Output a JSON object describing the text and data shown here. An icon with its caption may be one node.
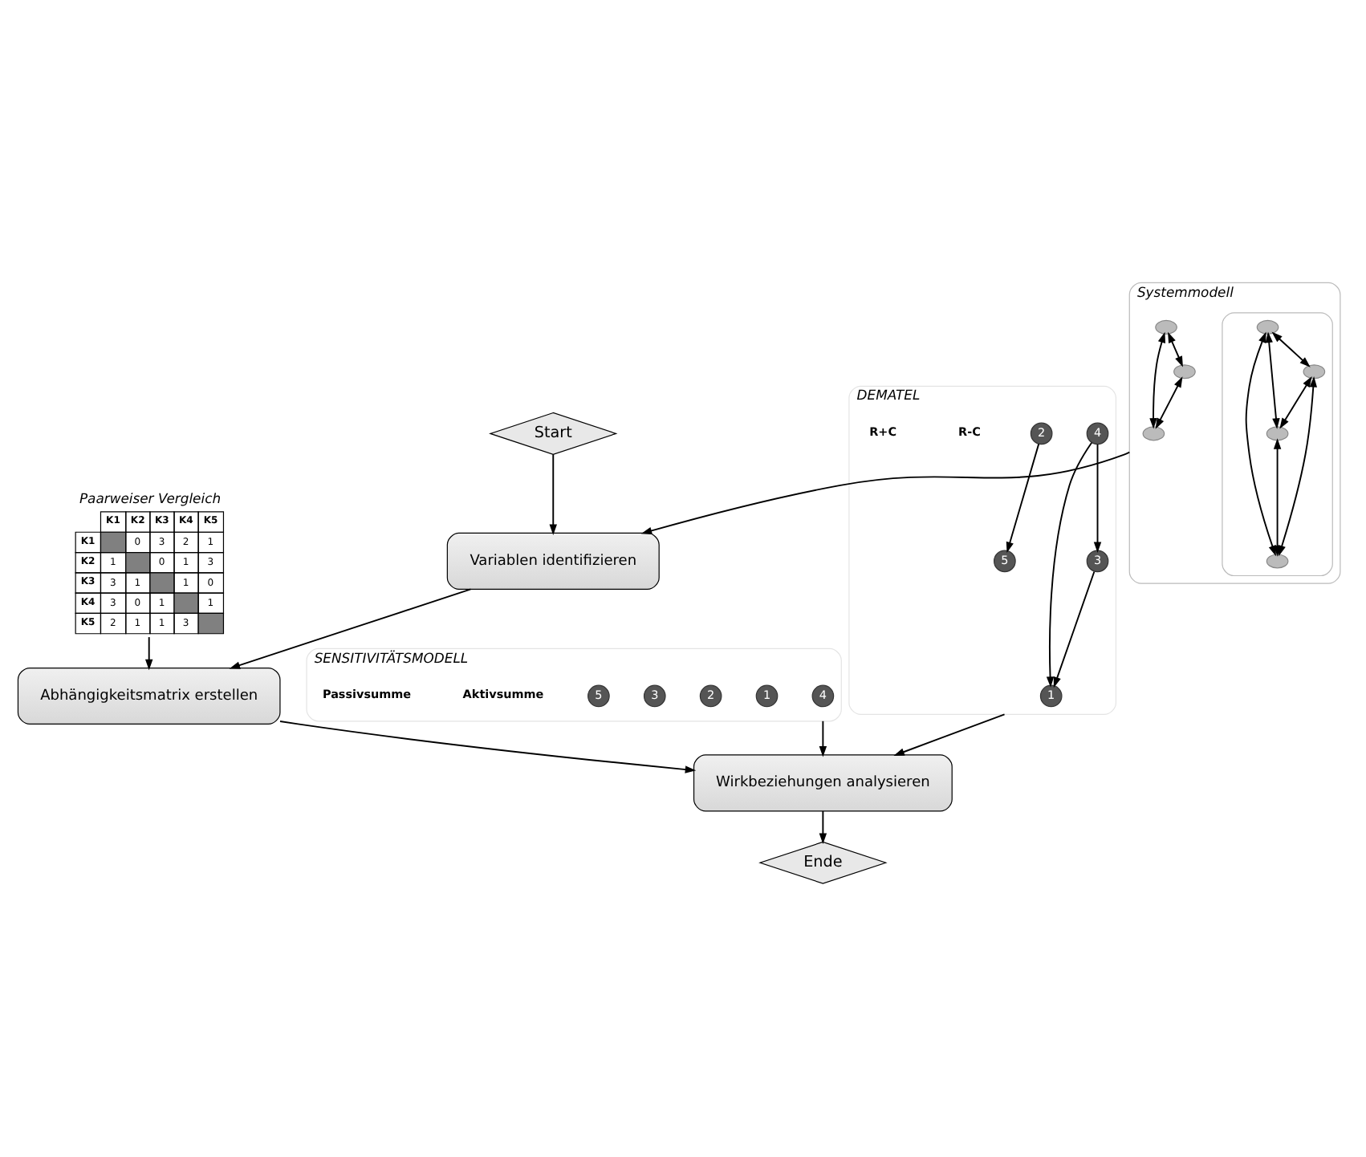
{
  "diagram": {
    "nodes": [
      {
        "text": [
          "Start"
        ]
      },
      {
        "text": [
          "Systemmodell"
        ]
      },
      {
        "text": [],
        "shape": "circle",
        "in": 1
      },
      {
        "text": [],
        "shape": "box",
        "in": 1
      },
      {
        "text": [],
        "shape": "circle",
        "in": 3
      },
      {
        "text": [],
        "shape": "circle",
        "in": 3
      },
      {
        "text": [],
        "shape": "circle",
        "in": 3
      },
      {
        "text": [],
        "shape": "circle",
        "in": 3
      },
      {
        "text": [],
        "shape": "circle",
        "in": 1
      },
      {
        "text": [],
        "shape": "circle",
        "in": 1
      },
      {
        "text": [
          "Variablen identifizieren"
        ]
      },
      {
        "text": [
          "Paarweiser Vergleich"
        ]
      },
      {
        "text": [
          "Abhängigkeitsmatrix erstellen"
        ]
      },
      {
        "text": [
          "SENSITIVITÄTSMODELL"
        ]
      },
      {
        "text": [
          "4"
        ],
        "in": 13
      },
      {
        "text": [
          "1"
        ],
        "in": 13
      },
      {
        "text": [
          "2"
        ],
        "in": 13
      },
      {
        "text": [
          "3"
        ],
        "in": 13
      },
      {
        "text": [
          "5"
        ],
        "in": 13
      },
      {
        "text": [
          "DEMATEL"
        ]
      },
      {
        "text": [
          "1"
        ],
        "in": 19
      },
      {
        "text": [
          "4"
        ],
        "in": 19
      },
      {
        "text": [
          "5"
        ],
        "in": 19
      },
      {
        "text": [
          "3"
        ],
        "in": 19
      },
      {
        "text": [
          "2"
        ],
        "in": 19
      },
      {
        "text": [
          "Wirkbeziehungen analysieren"
        ]
      },
      {
        "text": [
          "Ende"
        ]
      }
    ],
    "edges": [
      {
        "from": 0,
        "to": 10,
        "arrow": "to"
      },
      {
        "from": 1,
        "to": 10,
        "arrow": "to"
      },
      {
        "from": 10,
        "to": 12,
        "arrow": "to"
      },
      {
        "from": 11,
        "to": 12,
        "arrow": "to"
      },
      {
        "from": 12,
        "to": 25,
        "arrow": "to"
      },
      {
        "from": 13,
        "to": 25,
        "arrow": "to"
      },
      {
        "from": 19,
        "to": 25,
        "arrow": "to"
      },
      {
        "from": 25,
        "to": 26,
        "arrow": "to"
      },
      {
        "from": 8,
        "to": 2,
        "arrow": "both"
      },
      {
        "from": 9,
        "to": 2,
        "arrow": "both"
      },
      {
        "from": 8,
        "to": 9,
        "arrow": "both"
      },
      {
        "from": 6,
        "to": 4,
        "arrow": "both"
      },
      {
        "from": 7,
        "to": 4,
        "arrow": "both"
      },
      {
        "from": 4,
        "to": 5,
        "arrow": "both"
      },
      {
        "from": 5,
        "to": 6,
        "arrow": "both"
      },
      {
        "from": 5,
        "to": 7,
        "arrow": "both"
      },
      {
        "from": 6,
        "to": 7,
        "arrow": "both"
      },
      {
        "from": 21,
        "to": 20,
        "arrow": "to"
      },
      {
        "from": 21,
        "to": 23,
        "arrow": "to"
      },
      {
        "from": 23,
        "to": 20,
        "arrow": "to"
      },
      {
        "from": 24,
        "to": 22,
        "arrow": "to"
      }
    ],
    "labels": [
      "K1",
      "K2",
      "K3",
      "K4",
      "K5",
      "K1",
      "0",
      "3",
      "2",
      "1",
      "K2",
      "1",
      "0",
      "1",
      "3",
      "K3",
      "3",
      "1",
      "1",
      "0",
      "K4",
      "3",
      "0",
      "1",
      "1",
      "K5",
      "2",
      "1",
      "1",
      "3",
      "R-C",
      "Aktivsumme",
      "R+C",
      "Passivsumme"
    ]
  }
}
